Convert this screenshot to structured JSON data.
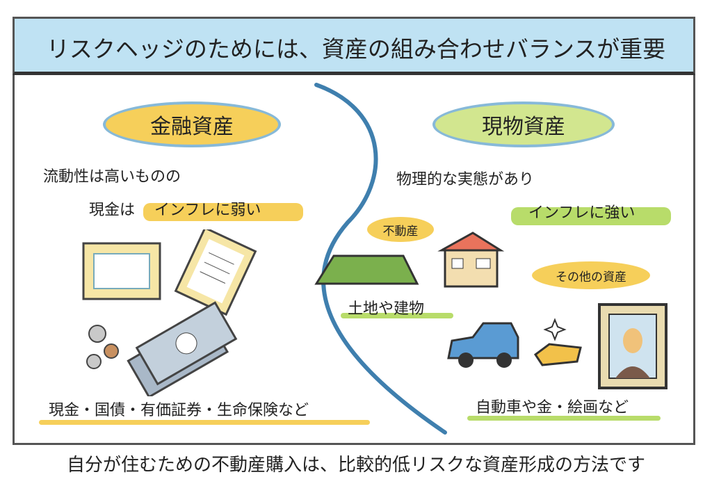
{
  "title": "リスクヘッジのためには、資産の組み合わせバランスが重要",
  "left": {
    "heading": "金融資産",
    "line1": "流動性は高いものの",
    "line2_prefix": "現金は",
    "line2_highlight": "インフレに弱い",
    "examples": "現金・国債・有価証券・生命保険など"
  },
  "right": {
    "heading": "現物資産",
    "line1": "物理的な実態があり",
    "line2_highlight": "インフレに強い",
    "real_estate_label": "不動産",
    "real_estate_examples": "土地や建物",
    "other_label": "その他の資産",
    "other_examples": "自動車や金・絵画など"
  },
  "footer": "自分が住むための不動産購入は、比較的低リスクな資産形成の方法です",
  "colors": {
    "band": "#bfe2f3",
    "yellow": "#f6cf5a",
    "green": "#b8dc6a",
    "divider": "#3f7fae"
  }
}
